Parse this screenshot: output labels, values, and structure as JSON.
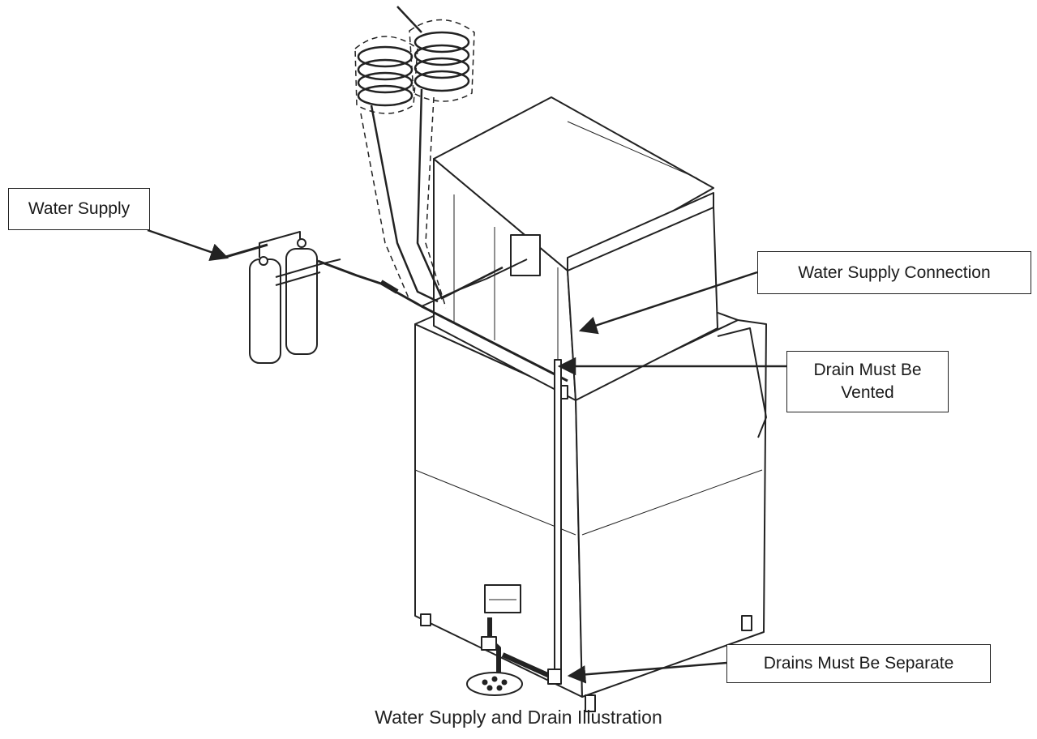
{
  "diagram": {
    "callouts": {
      "water_supply": "Water Supply",
      "water_supply_connection": "Water Supply Connection",
      "drain_vented_line1": "Drain Must Be",
      "drain_vented_line2": "Vented",
      "drains_separate": "Drains Must Be Separate"
    },
    "caption": "Water Supply and Drain Illustration"
  },
  "colors": {
    "line": "#222222",
    "background": "#ffffff"
  }
}
